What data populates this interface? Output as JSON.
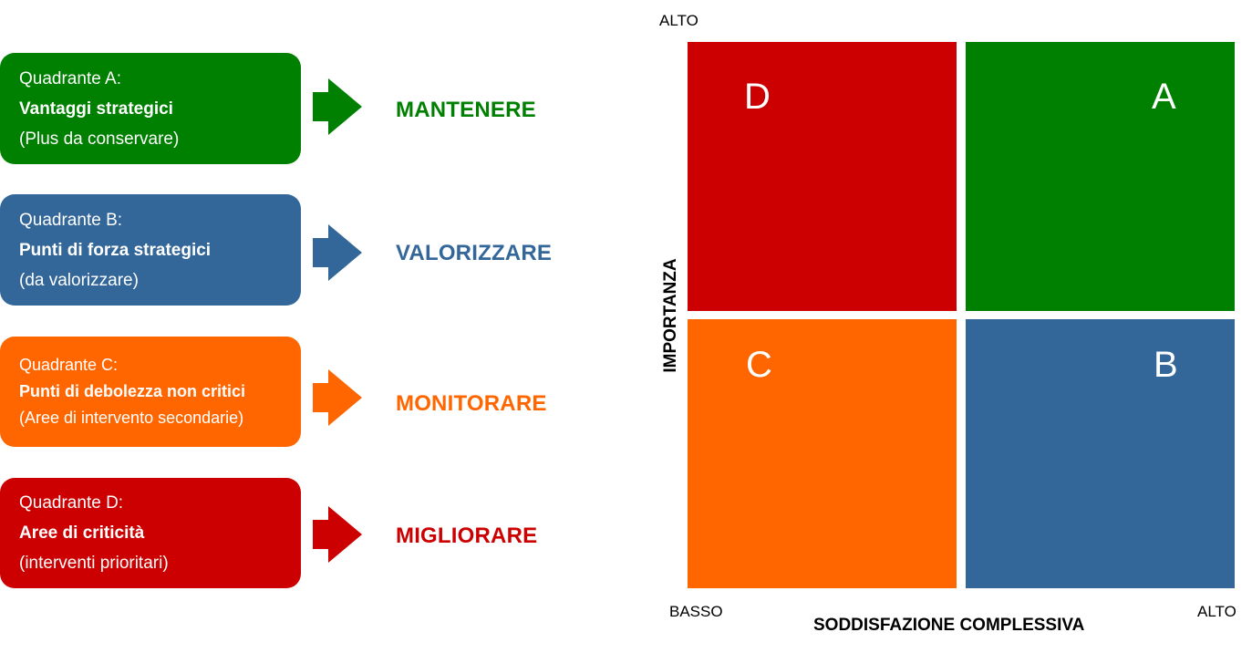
{
  "colors": {
    "green": "#008000",
    "blue": "#336699",
    "orange": "#ff6600",
    "red": "#cc0000"
  },
  "legend": [
    {
      "line1": "Quadrante A:",
      "line2": "Vantaggi strategici",
      "line3": "(Plus da conservare)",
      "action": "MANTENERE",
      "color": "#008000"
    },
    {
      "line1": "Quadrante B:",
      "line2": "Punti di forza strategici",
      "line3": "(da valorizzare)",
      "action": "VALORIZZARE",
      "color": "#336699"
    },
    {
      "line1": "Quadrante C:",
      "line2": "Punti di debolezza non critici",
      "line3": "(Aree di intervento secondarie)",
      "action": "MONITORARE",
      "color": "#ff6600"
    },
    {
      "line1": "Quadrante D:",
      "line2": "Aree di criticità",
      "line3": "(interventi prioritari)",
      "action": "MIGLIORARE",
      "color": "#cc0000"
    }
  ],
  "matrix": {
    "top_left": {
      "letter": "D",
      "color": "#cc0000"
    },
    "top_right": {
      "letter": "A",
      "color": "#008000"
    },
    "bottom_left": {
      "letter": "C",
      "color": "#ff6600"
    },
    "bottom_right": {
      "letter": "B",
      "color": "#336699"
    },
    "y_axis_title": "IMPORTANZA",
    "y_axis_high": "ALTO",
    "x_axis_title": "SODDISFAZIONE COMPLESSIVA",
    "x_axis_low": "BASSO",
    "x_axis_high": "ALTO"
  }
}
